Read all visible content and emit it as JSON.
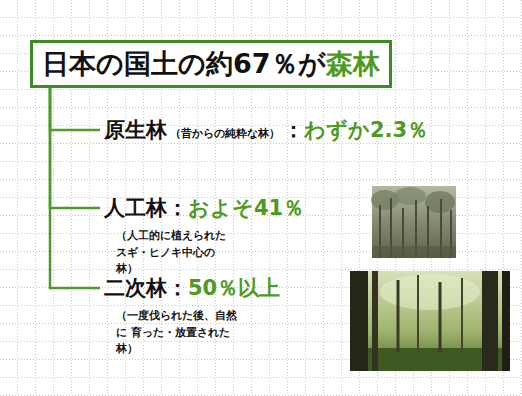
{
  "diagram": {
    "nodes": [
      {
        "text": [
          "日本の国土の約67％が",
          "森林"
        ]
      },
      {
        "text": [
          "原生林",
          "（昔からの純粋な林）",
          "：",
          "わずか2.3％"
        ]
      },
      {
        "text": [
          "人工林：",
          "およそ41％",
          "（人工的に植えられた スギ・ヒノキ中心の林）"
        ]
      },
      {
        "text": [
          "二次林：",
          "50％以上",
          "（一度伐られた後、自然に 育った・放置された林）"
        ]
      }
    ],
    "edges": [
      {
        "from": 0,
        "to": 1,
        "arrow": "none"
      },
      {
        "from": 0,
        "to": 2,
        "arrow": "none"
      },
      {
        "from": 0,
        "to": 3,
        "arrow": "none"
      }
    ]
  }
}
